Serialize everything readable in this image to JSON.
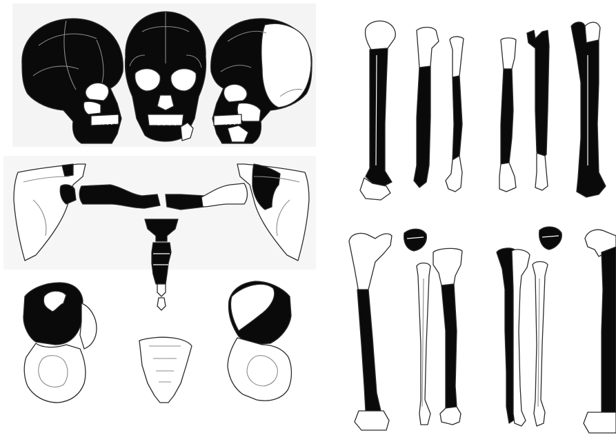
{
  "figure": {
    "type": "skeletal-inventory-diagram",
    "background_color": "#ffffff",
    "present_color": "#0a0a0a",
    "absent_color": "#ffffff",
    "panel_tint": "#f4f4f4",
    "labels": []
  },
  "elements": {
    "crania": [
      "cranium-left-lateral",
      "cranium-anterior",
      "cranium-right-lateral"
    ],
    "shoulder_girdle": [
      "scapula-right",
      "clavicle-right",
      "clavicle-left",
      "scapula-left",
      "sternum"
    ],
    "pelvis": [
      "os-coxae-right",
      "sacrum",
      "os-coxae-left"
    ],
    "upper_limb": [
      "humerus-right",
      "radius-right",
      "ulna-right",
      "ulna-left",
      "radius-left",
      "humerus-left"
    ],
    "lower_limb": [
      "femur-right",
      "patella-right",
      "fibula-right",
      "tibia-right",
      "tibia-left",
      "patella-left",
      "fibula-left",
      "femur-left"
    ]
  }
}
